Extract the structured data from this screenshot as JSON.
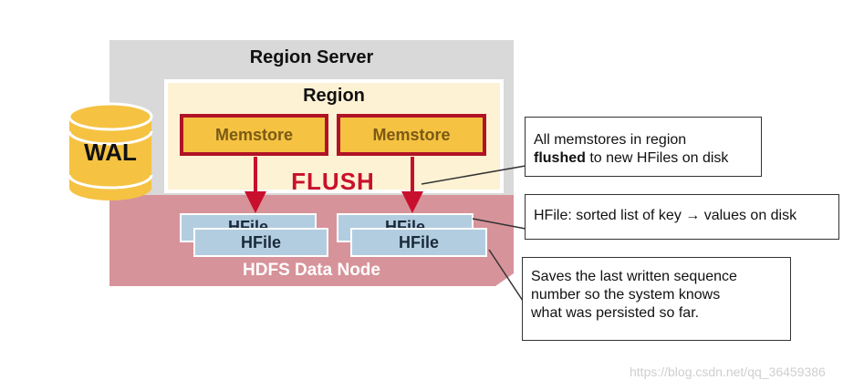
{
  "diagram": {
    "region_server": {
      "title": "Region Server"
    },
    "region": {
      "title": "Region"
    },
    "memstores": [
      {
        "label": "Memstore"
      },
      {
        "label": "Memstore"
      }
    ],
    "flush_label": "FLUSH",
    "wal": {
      "label": "WAL"
    },
    "hdfs": {
      "label": "HDFS Data Node"
    },
    "hfiles": [
      {
        "back_label": "HFile",
        "front_label": "HFile"
      },
      {
        "back_label": "HFile",
        "front_label": "HFile"
      }
    ],
    "callouts": {
      "flush": {
        "line1": "All memstores in region",
        "bold": "flushed",
        "rest": " to new HFiles on disk"
      },
      "hfile": {
        "text": "HFile: sorted list of key → values on disk"
      },
      "sequence": {
        "line1": "Saves the last written sequence",
        "line2": "number so the system knows",
        "line3": "what was persisted so far."
      }
    },
    "colors": {
      "region_server_bg": "#d9d9d9",
      "region_bg": "#fdf2d4",
      "memstore_fill": "#f5c242",
      "memstore_border": "#b01326",
      "flush_red": "#c8102e",
      "hdfs_fill": "#d7939a",
      "hfile_fill": "#b3cde0",
      "wal_fill": "#f5c242"
    }
  },
  "watermark": "https://blog.csdn.net/qq_36459386"
}
